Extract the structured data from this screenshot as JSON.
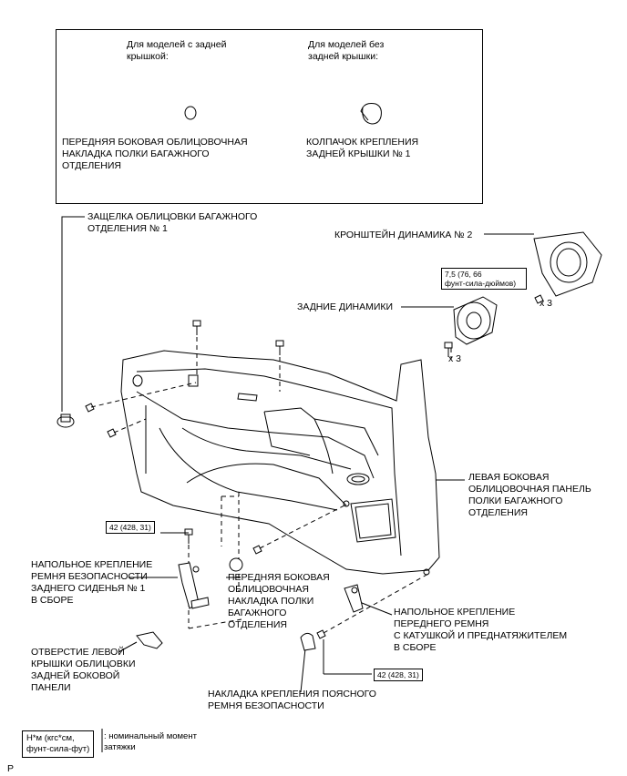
{
  "inset": {
    "header_left": "Для моделей с задней\nкрышкой:",
    "header_right": "Для моделей без\nзадней крышки:",
    "part_left": "ПЕРЕДНЯЯ БОКОВАЯ ОБЛИЦОВОЧНАЯ\nНАКЛАДКА ПОЛКИ БАГАЖНОГО\nОТДЕЛЕНИЯ",
    "part_right": "КОЛПАЧОК КРЕПЛЕНИЯ\nЗАДНЕЙ КРЫШКИ № 1"
  },
  "labels": {
    "clip": "ЗАЩЕЛКА ОБЛИЦОВКИ БАГАЖНОГО\nОТДЕЛЕНИЯ № 1",
    "bracket": "КРОНШТЕЙН ДИНАМИКА № 2",
    "speakers": "ЗАДНИЕ ДИНАМИКИ",
    "speaker_qty": "x 3",
    "bracket_qty": "x 3",
    "side_panel": "ЛЕВАЯ БОКОВАЯ\nОБЛИЦОВОЧНАЯ ПАНЕЛЬ\nПОЛКИ БАГАЖНОГО\nОТДЕЛЕНИЯ",
    "floor_anchor": "НАПОЛЬНОЕ КРЕПЛЕНИЕ\nРЕМНЯ БЕЗОПАСНОСТИ\nЗАДНЕГО СИДЕНЬЯ № 1\nВ СБОРЕ",
    "front_cover": "ПЕРЕДНЯЯ БОКОВАЯ\nОБЛИЦОВОЧНАЯ\nНАКЛАДКА ПОЛКИ\nБАГАЖНОГО\nОТДЕЛЕНИЯ",
    "front_belt": "НАПОЛЬНОЕ КРЕПЛЕНИЕ\nПЕРЕДНЕГО РЕМНЯ\nС КАТУШКОЙ И ПРЕДНАТЯЖИТЕЛЕМ\nВ СБОРЕ",
    "hole_cover": "ОТВЕРСТИЕ ЛЕВОЙ\nКРЫШКИ ОБЛИЦОВКИ\nЗАДНЕЙ БОКОВОЙ\nПАНЕЛИ",
    "lap_belt": "НАКЛАДКА КРЕПЛЕНИЯ ПОЯСНОГО\nРЕМНЯ БЕЗОПАСНОСТИ",
    "page_marker": "P"
  },
  "torque": {
    "speaker": "7,5 (76, 66\nфунт-сила-дюймов)",
    "floor_anchor": "42 (428, 31)",
    "front_belt": "42 (428, 31)"
  },
  "legend": {
    "units": "Н*м (кгс*см,\nфунт-сила-фут)",
    "desc": ": номинальный момент\nзатяжки"
  }
}
